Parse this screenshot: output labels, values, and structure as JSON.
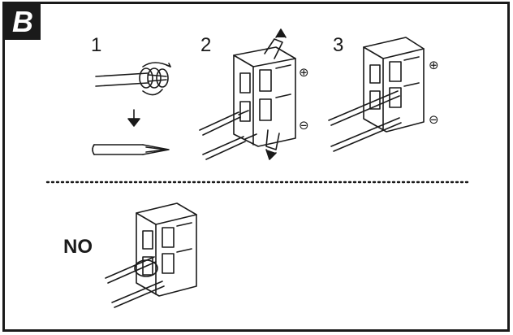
{
  "panel_label": "B",
  "steps": [
    {
      "number": "1"
    },
    {
      "number": "2"
    },
    {
      "number": "3"
    }
  ],
  "polarity": {
    "plus": "⊕",
    "minus": "⊖"
  },
  "wrong_example_label": "NO",
  "colors": {
    "ink": "#1a1a1a",
    "paper": "#ffffff"
  }
}
